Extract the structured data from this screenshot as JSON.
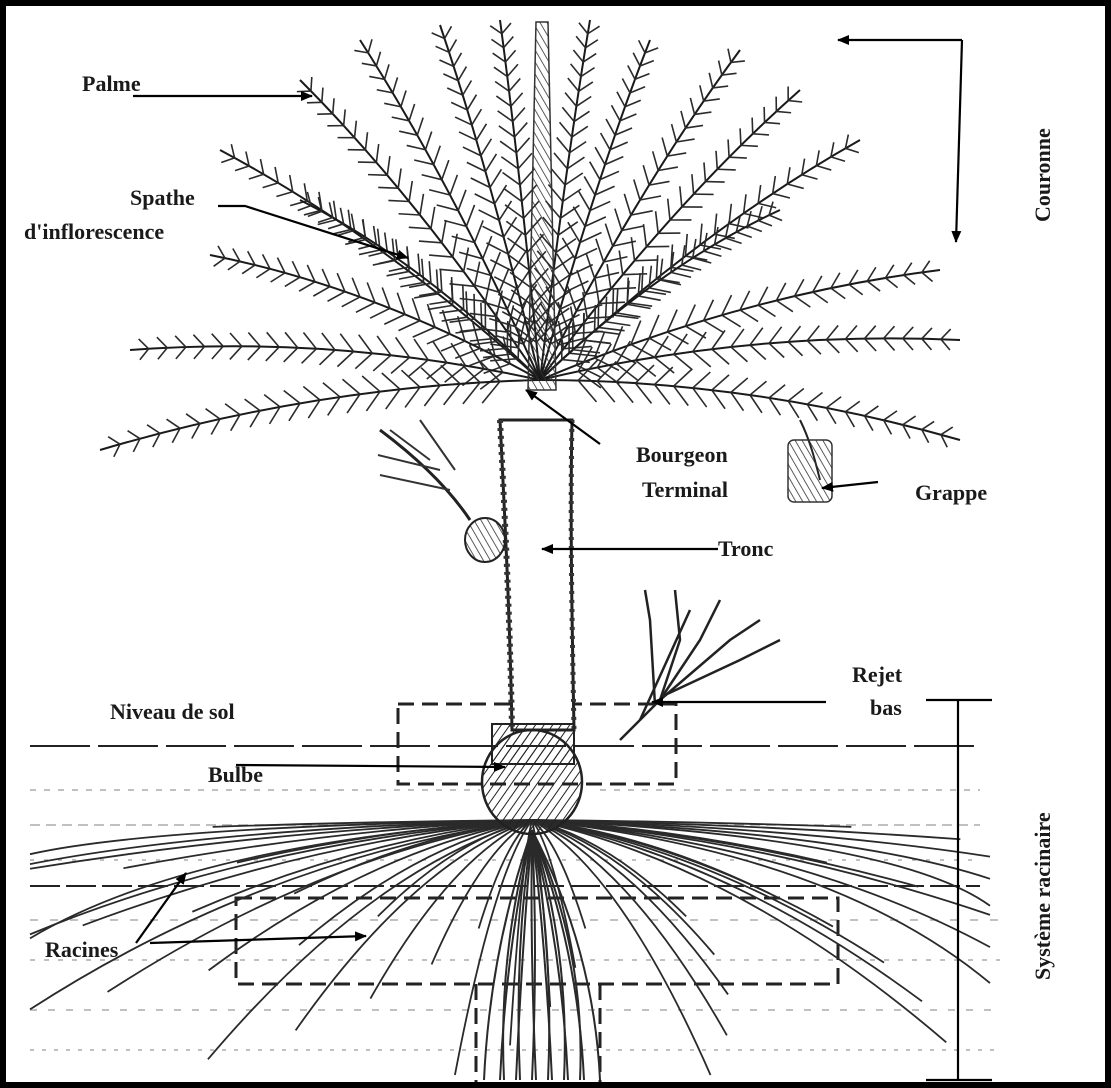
{
  "labels": {
    "palme": "Palme",
    "spathe_line1": "Spathe",
    "spathe_line2": "d'inflorescence",
    "bourgeon_line1": "Bourgeon",
    "bourgeon_line2": "Terminal",
    "grappe": "Grappe",
    "tronc": "Tronc",
    "rejet_line1": "Rejet",
    "rejet_line2": "bas",
    "niveau_sol": "Niveau de sol",
    "bulbe": "Bulbe",
    "racines": "Racines",
    "couronne": "Couronne",
    "systeme_racinaire": "Système racinaire"
  },
  "colors": {
    "ink": "#1a1a1a",
    "background": "#ffffff"
  }
}
